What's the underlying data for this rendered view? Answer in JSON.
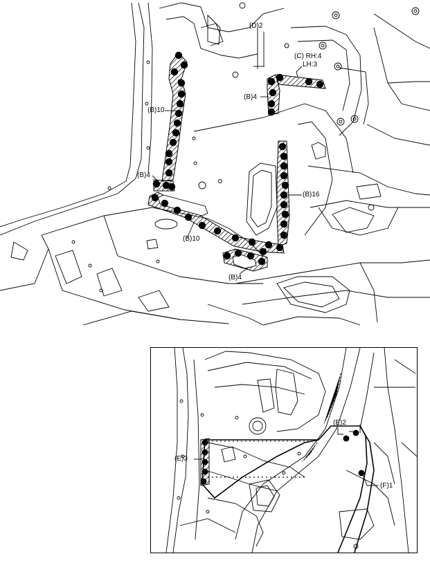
{
  "top_view": {
    "callouts": {
      "d2": "(D)2",
      "c_rh": "(C) RH:4",
      "c_lh": "LH:3",
      "b4_upper": "(B)4",
      "b10_left": "(B)10",
      "b4_left": "(B)4",
      "b16": "(B)16",
      "b10_bottom": "(B)10",
      "b4_bottom": "(B)4"
    }
  },
  "inset_view": {
    "callouts": {
      "e2": "(E)2",
      "e3": "(E)3",
      "f1": "(F)1"
    }
  },
  "colors": {
    "line": "#000000",
    "background": "#ffffff",
    "hatch": "#000000"
  }
}
